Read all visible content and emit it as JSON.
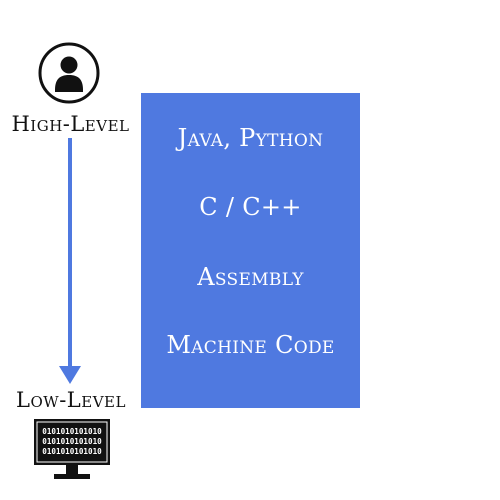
{
  "labels": {
    "high_level": "High-Level",
    "low_level": "Low-Level"
  },
  "languages": [
    "Java, Python",
    "C / C++",
    "Assembly",
    "Machine Code"
  ],
  "binary_lines": [
    "0101010101010",
    "0101010101010",
    "0101010101010"
  ],
  "icons": {
    "top": "user-icon",
    "bottom": "computer-monitor-icon",
    "connector": "down-arrow-icon"
  },
  "colors": {
    "panel": "#4f79e0",
    "arrow": "#4f79e0",
    "text_on_panel": "#ffffff",
    "icon": "#111111"
  }
}
